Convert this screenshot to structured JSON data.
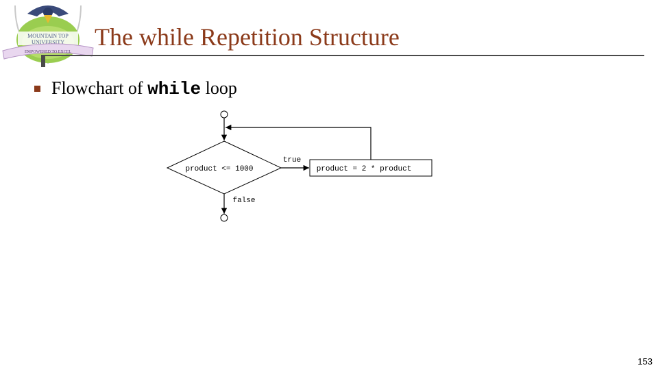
{
  "slide": {
    "title": "The while Repetition Structure",
    "bullet": {
      "prefix": "Flowchart of ",
      "code": "while",
      "suffix": " loop"
    },
    "page_number": "153"
  },
  "logo": {
    "line1": "MOUNTAIN TOP",
    "line2": "UNIVERSITY",
    "motto": "EMPOWERED TO EXCEL"
  },
  "flowchart": {
    "condition": "product <= 1000",
    "action": "product = 2 * product",
    "true_label": "true",
    "false_label": "false"
  },
  "colors": {
    "title": "#8b3a1a",
    "bullet": "#8b3a1a",
    "rule": "#4a4a4a"
  }
}
